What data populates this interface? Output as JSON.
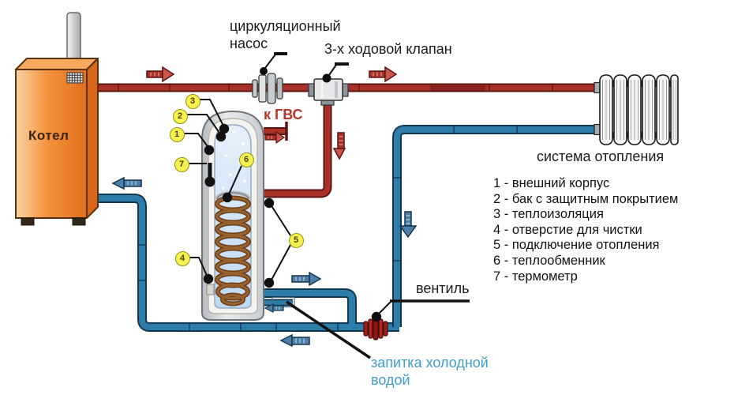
{
  "labels": {
    "boiler": "Котел",
    "pump_line1": "циркуляционный",
    "pump_line2": "насос",
    "three_way_valve": "3-х ходовой клапан",
    "to_dhw": "к ГВС",
    "heating_system": "система отопления",
    "vent": "вентиль",
    "cold_feed_line1": "запитка холодной",
    "cold_feed_line2": "водой"
  },
  "legend": {
    "items": [
      {
        "label": "1 - внешний корпус"
      },
      {
        "label": "2 - бак с защитным покрытием"
      },
      {
        "label": "3 - теплоизоляция"
      },
      {
        "label": "4 - отверстие для чистки"
      },
      {
        "label": "5 - подключение отопления"
      },
      {
        "label": "6 - теплообменник"
      },
      {
        "label": "7 - термометр"
      }
    ]
  },
  "callouts": {
    "c1": "1",
    "c2": "2",
    "c3": "3",
    "c4": "4",
    "c5": "5",
    "c6": "6",
    "c7": "7"
  },
  "icons": {
    "flow_arrows": [
      "hot-flow-right-icon",
      "hot-flow-down-icon",
      "dhw-flow-right-icon",
      "cold-flow-left-icon",
      "cold-flow-right-icon",
      "cold-flow-down-icon"
    ]
  },
  "colors": {
    "hot_pipe": "#a83228",
    "cold_pipe": "#2e7ca8",
    "boiler_orange": "#ef7f2a",
    "callout_yellow": "#f7f14e",
    "cold_feed_text": "#3e9fcc",
    "dhw_text": "#b5362c",
    "vent_valve_red": "#9b1f1a"
  }
}
